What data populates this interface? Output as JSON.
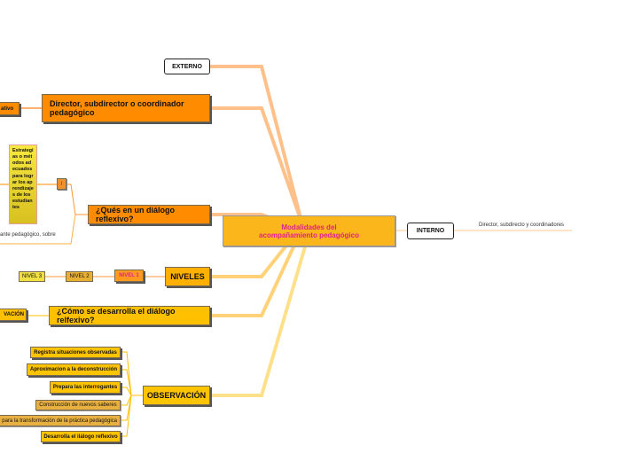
{
  "central": {
    "label": "Modalidades del acompañamiento pedagógico"
  },
  "externo": {
    "label": "EXTERNO"
  },
  "interno": {
    "label": "INTERNO",
    "child": "Director, subdirecto y coordinadores"
  },
  "director": {
    "label": "Director, subdirector o coordinador pedagógico",
    "child": "ativo"
  },
  "dialogo": {
    "label": "¿Qués en un diálogo reflexivo?",
    "slash": "/",
    "estrategias": "Estrategias o métodos adecuados para lograr los aprendizajes de los estudiantes",
    "note": "ante pedagógico, sobre"
  },
  "niveles": {
    "label": "NIVELES",
    "items": [
      "NIVEL 1",
      "NIVEL 2",
      "NIVEL 3"
    ]
  },
  "como": {
    "label": "¿Cómo se desarrolla el diálogo relfexivo?",
    "child": "VACIÓN"
  },
  "observacion": {
    "label": "OBSERVACIÓN",
    "items": [
      "Registra situaciones observadas",
      "Aproximacion a la deconstrucción",
      "Prepara las interrogantes",
      "Construcción de nuevos saberes",
      "para la transformación de la práctica pedagógica",
      "Desarrolla el ilálogo reflexivo"
    ]
  },
  "colors": {
    "central": "#FBB61C",
    "central_text": "#E0208F",
    "orange": "#FF8C00",
    "yellow": "#FFC000",
    "link": "#FFB870"
  }
}
